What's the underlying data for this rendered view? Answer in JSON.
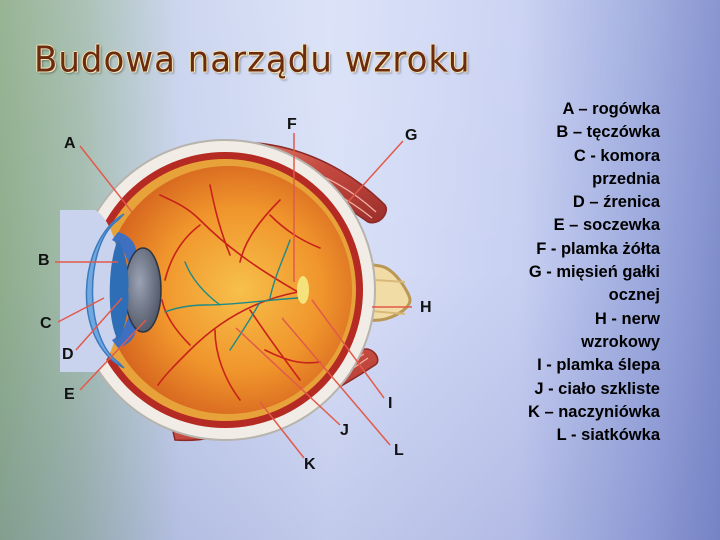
{
  "title": "Budowa narządu wzroku",
  "legend": [
    "A – rogówka",
    "B – tęczówka",
    "C - komora",
    "przednia",
    "D – źrenica",
    "E – soczewka",
    "F - plamka żółta",
    "G - mięsień gałki",
    "ocznej",
    "H - nerw",
    "wzrokowy",
    "I - plamka ślepa",
    "J - ciało szkliste",
    "K – naczyniówka",
    "L - siatkówka"
  ],
  "labels": {
    "A": "A",
    "B": "B",
    "C": "C",
    "D": "D",
    "E": "E",
    "F": "F",
    "G": "G",
    "H": "H",
    "I": "I",
    "J": "J",
    "K": "K",
    "L": "L"
  },
  "colors": {
    "title": "#6b2b10",
    "leader_lines": "#e25a4a",
    "muscle": "#c8564c",
    "vitreous": "#e89a2a",
    "cornea": "#6fa8e0"
  }
}
